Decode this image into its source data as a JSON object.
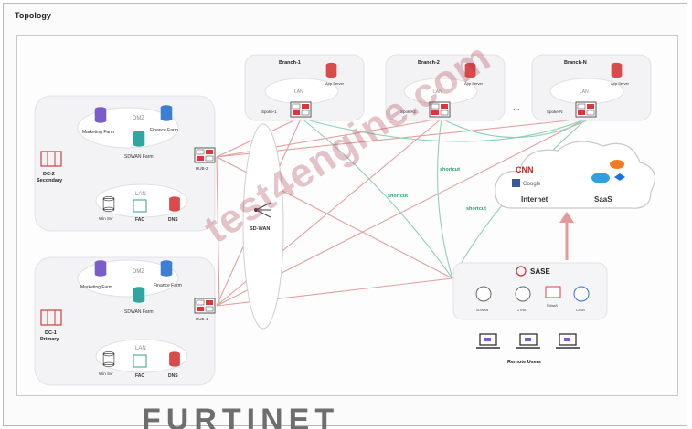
{
  "title": "Topology",
  "dc2": {
    "label_line1": "DC-2",
    "label_line2": "Secondary",
    "dmz": "DMZ",
    "marketing": "Marketing Farm",
    "finance": "Finance Farm",
    "sdwan_farm": "SDWAN Farm",
    "hub": "HUB-2",
    "lan": "LAN",
    "winsvr": "Win Svr",
    "fac": "FAC",
    "dns": "DNS"
  },
  "dc1": {
    "label_line1": "DC-1",
    "label_line2": "Primary",
    "dmz": "DMZ",
    "marketing": "Marketing Farm",
    "finance": "Finance Farm",
    "sdwan_farm": "SDWAN Farm",
    "hub": "HUB-1",
    "lan": "LAN",
    "winsvr": "Win Svr",
    "fac": "FAC",
    "dns": "DNS"
  },
  "branch1": {
    "name": "Branch-1",
    "lan": "LAN",
    "app": "App Server",
    "spoke": "Spoke-1"
  },
  "branch2": {
    "name": "Branch-2",
    "lan": "LAN",
    "app": "App Server",
    "spoke": "Spoke-2"
  },
  "branchN": {
    "name": "Branch-N",
    "lan": "LAN",
    "app": "App Server",
    "spoke": "Spoke-N"
  },
  "ellipsis": "...",
  "sdwan": "SD-WAN",
  "shortcuts": [
    "shortcut",
    "shortcut",
    "shortcut"
  ],
  "cloud": {
    "cnn": "CNN",
    "google": "Google",
    "internet": "Internet",
    "saas": "SaaS"
  },
  "sase": {
    "title": "SASE",
    "items": [
      "SDWAN",
      "ZTNA",
      "FWaaS",
      "CASB"
    ]
  },
  "remote_users": "Remote Users",
  "watermark": "test4engine.com",
  "logo": "FURTINET",
  "colors": {
    "link_red": "#e2a0a0",
    "link_green": "#8fd0b4",
    "firewall_red": "#d9363e",
    "db_red": "#d94a4a",
    "db_purple": "#7a5dc9",
    "db_blue": "#3d7fd1",
    "db_teal": "#30a6a0"
  }
}
